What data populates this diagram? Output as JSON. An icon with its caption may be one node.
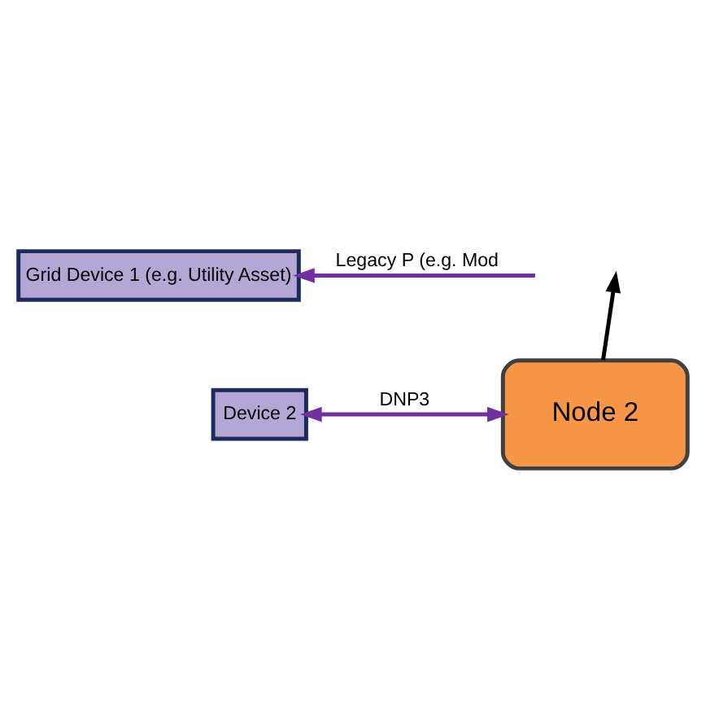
{
  "diagram": {
    "nodes": [
      {
        "text": [
          "Grid Device 1 (e.g. Utility Asset)"
        ]
      },
      {
        "text": [
          "Device 2"
        ]
      },
      {
        "text": [
          "Node 2"
        ]
      }
    ],
    "edges": [
      {
        "from": null,
        "to": 0,
        "arrow": "to",
        "label": "Legacy P (e.g. Mod"
      },
      {
        "from": 1,
        "to": 2,
        "arrow": "both",
        "label": "DNP3"
      },
      {
        "from": 2,
        "to": null,
        "arrow": "to",
        "color": "#000000"
      }
    ]
  }
}
